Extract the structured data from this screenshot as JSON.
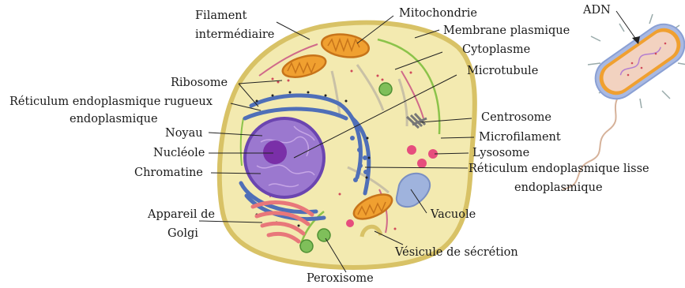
{
  "labels": {
    "filament_1": "Filament",
    "filament_2": "intermédiaire",
    "mitochondrie": "Mitochondrie",
    "membrane": "Membrane plasmique",
    "cytoplasme": "Cytoplasme",
    "microtubule": "Microtubule",
    "ribosome": "Ribosome",
    "rer_1": "Réticulum endoplasmique rugueux",
    "rer_2": "endoplasmique",
    "noyau": "Noyau",
    "nucleole": "Nucléole",
    "chromatine": "Chromatine",
    "golgi_1": "Appareil de",
    "golgi_2": "Golgi",
    "peroxisome": "Peroxisome",
    "vesicule": "Vésicule de sécrétion",
    "vacuole": "Vacuole",
    "rel_1": "Réticulum endoplasmique lisse",
    "rel_2": "endoplasmique",
    "lysosome": "Lysosome",
    "microfilament": "Microfilament",
    "centrosome": "Centrosome",
    "adn": "ADN"
  },
  "colors": {
    "cell_fill": "#f3eab0",
    "cell_edge": "#d8c266",
    "nucleus_fill": "#9b78cf",
    "nucleus_edge": "#6b45b0",
    "nucleolus": "#7a2fa8",
    "er": "#4f6fb8",
    "mito_fill": "#f0a030",
    "mito_edge": "#c7741a",
    "golgi": "#e8777a",
    "lysosome": "#e64d7d",
    "peroxisome": "#7fbf5a",
    "vacuole": "#9fb3dd",
    "microtubule": "#c9c1a6",
    "filament": "#8bc34a",
    "bacterium_fill": "#f2d2c0",
    "bacterium_edge": "#a9b9e2"
  }
}
